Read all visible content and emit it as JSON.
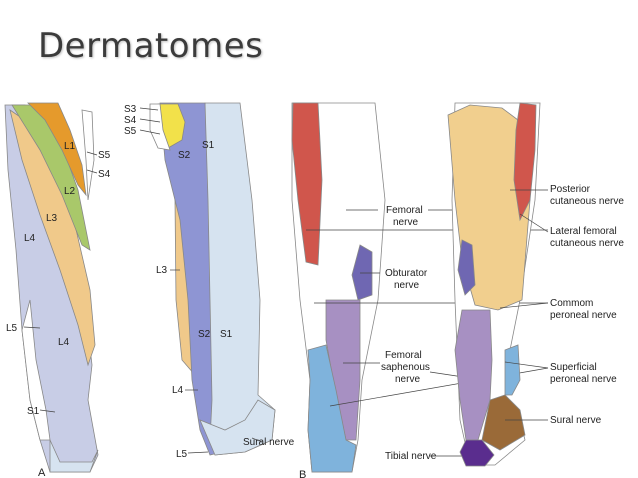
{
  "title": "Dermatomes",
  "panels": {
    "a": "A",
    "b": "B"
  },
  "dermatomes": {
    "L1": "L1",
    "L2": "L2",
    "L3": "L3",
    "L4": "L4",
    "L5": "L5",
    "S1": "S1",
    "S2": "S2",
    "S3": "S3",
    "S4": "S4",
    "S5": "S5"
  },
  "nerves": {
    "femoral": "Femoral nerve",
    "obturator": "Obturator nerve",
    "femoral_saphenous": "Femoral saphenous nerve",
    "tibial": "Tibial nerve",
    "sural_back": "Sural nerve",
    "sural": "Sural nerve",
    "posterior_cutaneous": "Posterior cutaneous nerve",
    "lateral_femoral_cutaneous": "Lateral femoral cutaneous nerve",
    "common_peroneal": "Commom peroneal nerve",
    "superficial_peroneal": "Superficial peroneal nerve"
  },
  "colors": {
    "L1": "#e59a2c",
    "L2": "#a9c86a",
    "L3": "#f0c98a",
    "L4": "#c8cde6",
    "S1": "#d6e3f0",
    "S2": "#8e95d3",
    "S3": "#f2e14a",
    "femoral": "#d0564c",
    "obturator": "#6f67b2",
    "saphenous": "#a790c2",
    "peroneal": "#7fb3dc",
    "posterior": "#f1cf8e",
    "sural": "#9a6a38",
    "tibial": "#5a2d8e"
  }
}
